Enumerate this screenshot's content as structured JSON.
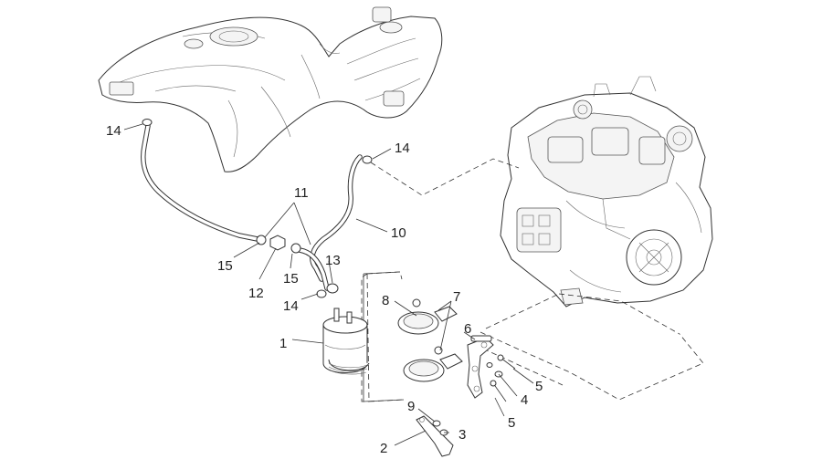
{
  "callouts": {
    "c1": "1",
    "c2": "2",
    "c3": "3",
    "c4": "4",
    "c5a": "5",
    "c5b": "5",
    "c6": "6",
    "c7": "7",
    "c8": "8",
    "c9": "9",
    "c10": "10",
    "c11": "11",
    "c12": "12",
    "c13": "13",
    "c14a": "14",
    "c14b": "14",
    "c14c": "14",
    "c15a": "15",
    "c15b": "15"
  }
}
